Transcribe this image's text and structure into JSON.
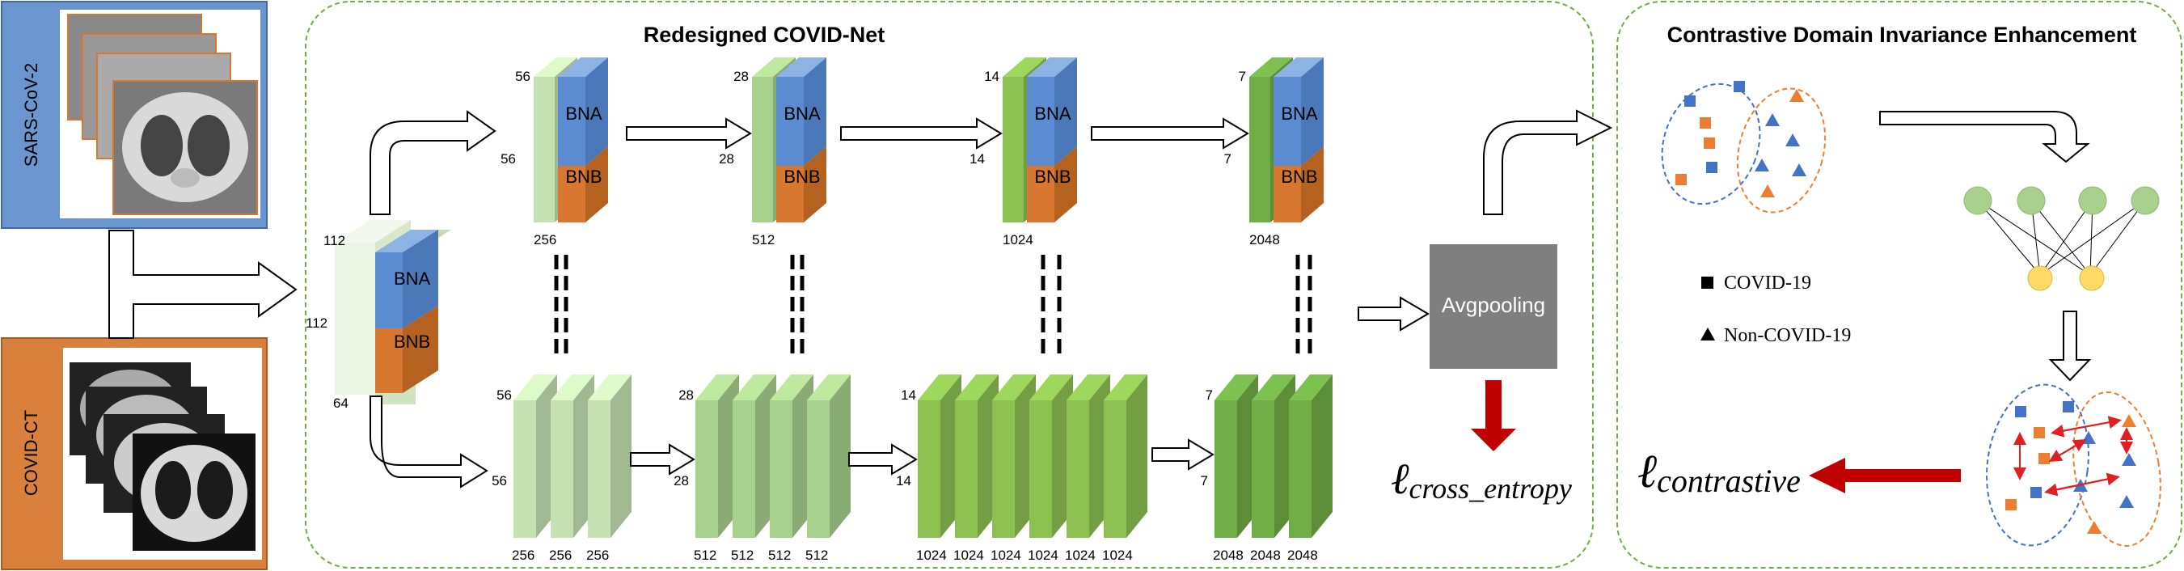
{
  "left_panel": {
    "dataset_top": "SARS-CoV-2",
    "dataset_bottom": "COVID-CT"
  },
  "main_panel": {
    "title": "Redesigned COVID-Net",
    "stem": {
      "top": "112",
      "left": "112",
      "bottom": "64",
      "bna": "BNA",
      "bnb": "BNB"
    },
    "stages": [
      {
        "top": "56",
        "left": "56",
        "bottom": "256"
      },
      {
        "top": "28",
        "left": "28",
        "bottom": "512"
      },
      {
        "top": "14",
        "left": "14",
        "bottom": "1024"
      },
      {
        "top": "7",
        "left": "7",
        "bottom": "2048"
      }
    ],
    "bna_label": "BNA",
    "bnb_label": "BNB",
    "lower_stages": [
      {
        "top": "56",
        "left": "56",
        "channels": [
          "256",
          "256",
          "256"
        ]
      },
      {
        "top": "28",
        "left": "28",
        "channels": [
          "512",
          "512",
          "512",
          "512"
        ]
      },
      {
        "top": "14",
        "left": "14",
        "channels": [
          "1024",
          "1024",
          "1024",
          "1024",
          "1024",
          "1024"
        ]
      },
      {
        "top": "7",
        "left": "7",
        "channels": [
          "2048",
          "2048",
          "2048"
        ]
      }
    ],
    "pool_label": "Avgpooling",
    "loss_ce": "ℓ",
    "loss_ce_sub": "cross_entropy"
  },
  "right_panel": {
    "title": "Contrastive Domain Invariance Enhancement",
    "legend": [
      {
        "marker": "square",
        "label": "COVID-19"
      },
      {
        "marker": "triangle",
        "label": "Non-COVID-19"
      }
    ],
    "loss_con": "ℓ",
    "loss_con_sub": "contrastive"
  },
  "colors": {
    "blue_box": "#6a95cf",
    "orange_box": "#d8803c",
    "bna": "#5b8bd0",
    "bnb": "#d8772f",
    "pool": "#7f7f7f",
    "red_arrow": "#c00000",
    "panel_border": "#70ad47",
    "node_green": "#a9d18e",
    "node_yellow": "#ffd966"
  }
}
